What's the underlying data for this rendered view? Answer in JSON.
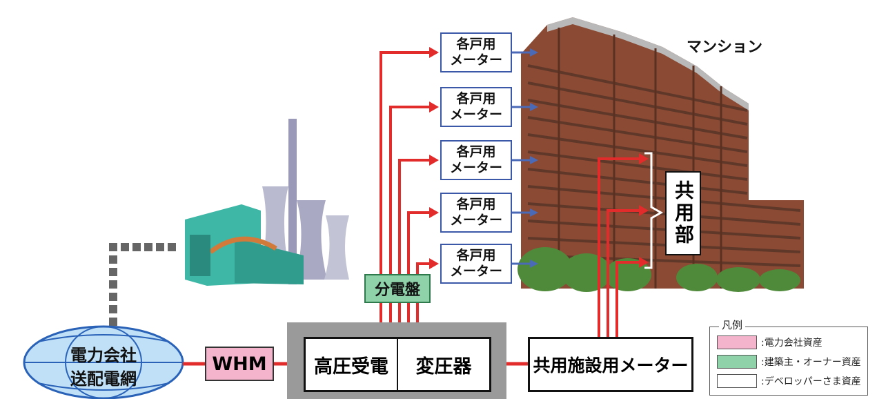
{
  "mansion_label": "マンション",
  "unit_meter": {
    "line1": "各戸用",
    "line2": "メーター"
  },
  "unit_meter_count": 5,
  "distribution_board": "分電盤",
  "high_voltage": "高圧受電",
  "transformer": "変圧器",
  "common_meter": "共用施設用メーター",
  "whm": "WHM",
  "grid": {
    "line1": "電力会社",
    "line2": "送配電網"
  },
  "common_area": "共用部",
  "legend": {
    "title": "凡例",
    "items": [
      {
        "label": ":電力会社資産",
        "color": "#f4b4cc"
      },
      {
        "label": ":建築主・オーナー資産",
        "color": "#8fd2aa"
      },
      {
        "label": ":デベロッパーさま資産",
        "color": "#ffffff"
      }
    ]
  },
  "colors": {
    "feed_line": "#e22b2b",
    "meter_border": "#3a57a8",
    "arrow_blue": "#4a6ab8",
    "dotted_line": "#666666"
  }
}
